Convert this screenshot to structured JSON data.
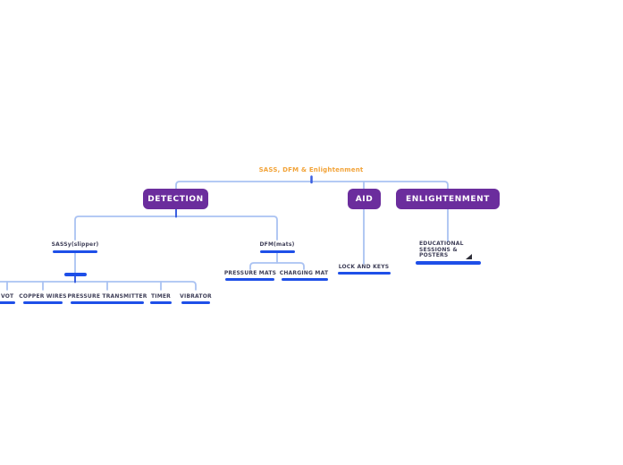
{
  "mindmap": {
    "root": {
      "label": "SASS, DFM & Enlightenment"
    },
    "branches": {
      "detection": {
        "label": "DETECTION"
      },
      "aid": {
        "label": "AID"
      },
      "enlightenment": {
        "label": "ENLIGHTENMENT"
      }
    },
    "nodes": {
      "sassy_slipper": {
        "label": "SASSy(slipper)"
      },
      "dfm_mats": {
        "label": "DFM(mats)"
      },
      "vot": {
        "label": "VOT"
      },
      "copper_wires": {
        "label": "COPPER WIRES"
      },
      "pressure_transmitter": {
        "label": "PRESSURE TRANSMITTER"
      },
      "timer": {
        "label": "TIMER"
      },
      "vibrator": {
        "label": "VIBRATOR"
      },
      "pressure_mats": {
        "label": "PRESSURE MATS"
      },
      "charging_mat": {
        "label": "CHARGING MAT"
      },
      "lock_and_keys": {
        "label": "LOCK AND KEYS"
      },
      "educational_sessions": {
        "label": "EDUCATIONAL SESSIONS & POSTERS"
      }
    },
    "colors": {
      "root_text": "#f2a338",
      "branch_node_bg": "#6b2d9d",
      "branch_node_text": "#ffffff",
      "connector_light": "#aac2f2",
      "connector_dark": "#3b5fe0",
      "node_underline": "#1e4fe8",
      "leaf_text": "#3f3f58"
    }
  }
}
